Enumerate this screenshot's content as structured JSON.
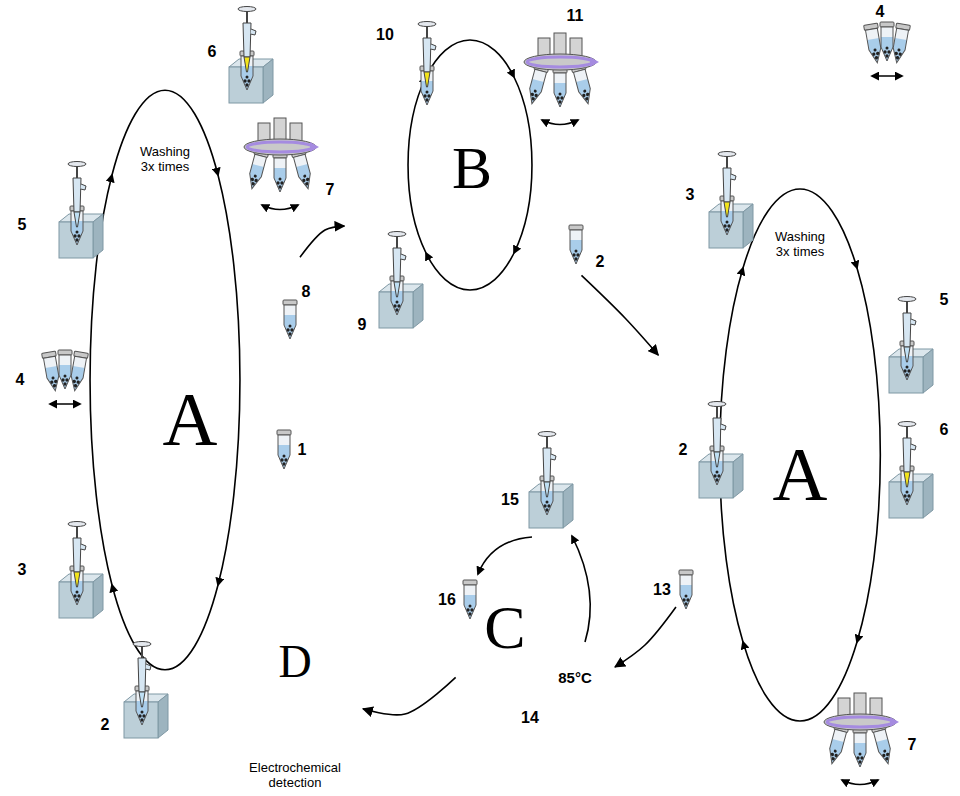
{
  "diagram": {
    "nodes": [
      {
        "text": [
          "Washing 3x times",
          "A"
        ]
      },
      {
        "text": [
          "B"
        ]
      },
      {
        "text": [
          "Washing 3x times",
          "A"
        ]
      },
      {
        "text": [
          "C"
        ]
      },
      {
        "text": [
          "85°C"
        ]
      },
      {
        "text": [
          "D",
          "Electrochemical detection"
        ]
      }
    ],
    "edges": [
      {
        "from": 0,
        "to": 1,
        "arrow": "to"
      },
      {
        "from": 1,
        "to": 2,
        "arrow": "to"
      },
      {
        "from": 2,
        "to": 4,
        "arrow": "to"
      },
      {
        "from": 3,
        "to": 5,
        "arrow": "to"
      }
    ],
    "labels": [
      "6",
      "7",
      "8",
      "1",
      "2",
      "3",
      "4",
      "5",
      "10",
      "11",
      "2",
      "9",
      "4",
      "3",
      "5",
      "2",
      "6",
      "13",
      "7",
      "15",
      "16",
      "14"
    ]
  }
}
